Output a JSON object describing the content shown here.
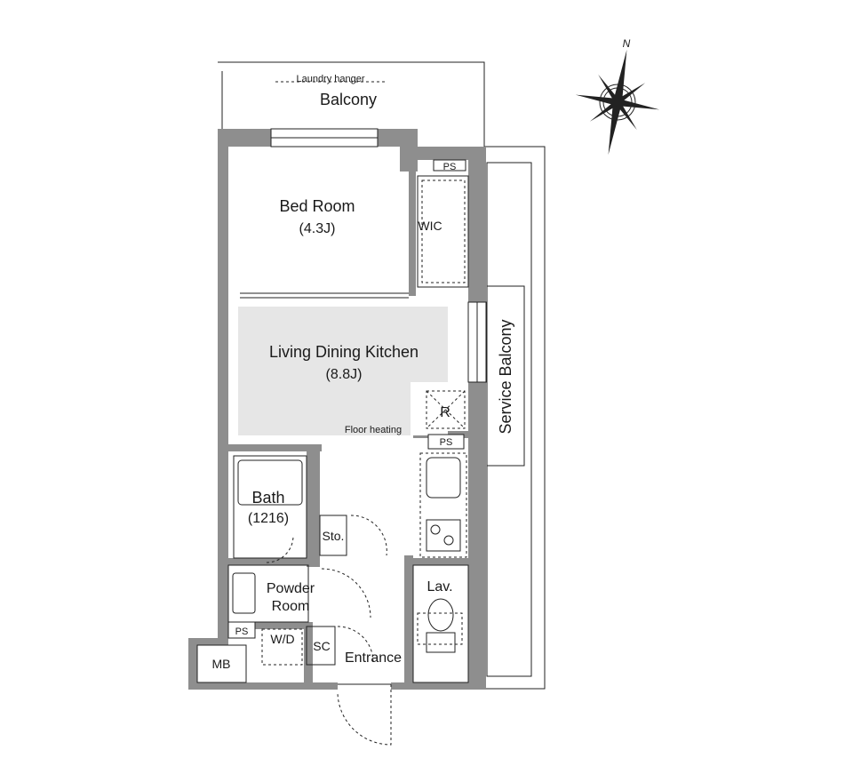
{
  "rooms": {
    "balcony": "Balcony",
    "laundry_hanger": "Laundry hanger",
    "bedroom_name": "Bed Room",
    "bedroom_size": "(4.3J)",
    "wic": "WIC",
    "ps_top": "PS",
    "ldk_name": "Living Dining Kitchen",
    "ldk_size": "(8.8J)",
    "floor_heating": "Floor heating",
    "refrigerator": "R",
    "ps_kitchen": "PS",
    "service_balcony": "Service Balcony",
    "bath_name": "Bath",
    "bath_size": "(1216)",
    "storage": "Sto.",
    "powder_room_line1": "Powder",
    "powder_room_line2": "Room",
    "lavatory": "Lav.",
    "ps_bottom": "PS",
    "washer_dryer": "W/D",
    "shoe_closet": "SC",
    "entrance": "Entrance",
    "meter_box": "MB"
  },
  "compass": {
    "north_label": "N"
  },
  "colors": {
    "wall": "#8e8e8e",
    "floor_heating_area": "#e6e6e6",
    "line": "#222222"
  }
}
